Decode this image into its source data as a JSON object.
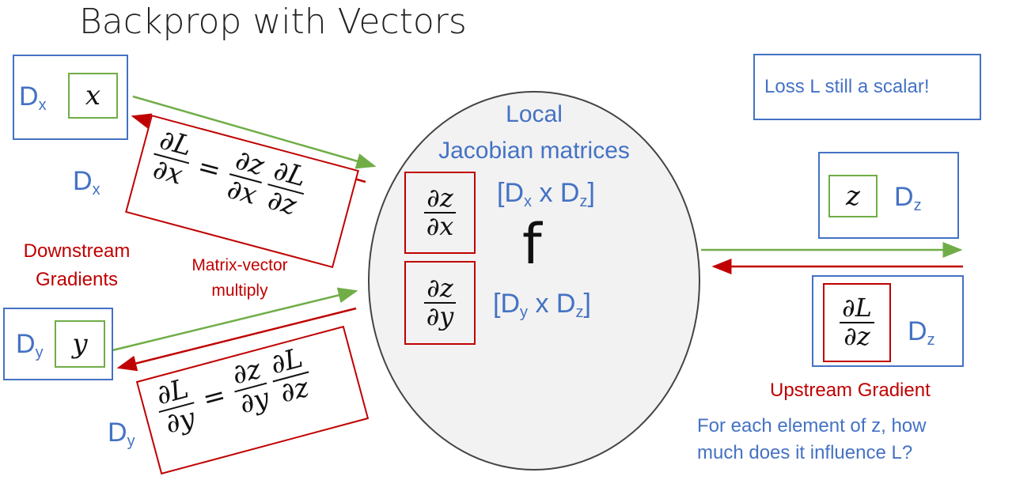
{
  "title": "Backprop with Vectors",
  "labels": {
    "dx": "D",
    "dx_sub": "x",
    "dy": "D",
    "dy_sub": "y",
    "dz": "D",
    "dz_sub": "z"
  },
  "vars": {
    "x": "x",
    "y": "y",
    "z": "z"
  },
  "loss_note": "Loss L still a scalar!",
  "local_label_1": "Local",
  "local_label_2": "Jacobian matrices",
  "function_name": "f",
  "jacobian_x_dims": {
    "open": "[D",
    "a": "x",
    "mid": " x D",
    "b": "z",
    "close": "]"
  },
  "jacobian_y_dims": {
    "open": "[D",
    "a": "y",
    "mid": " x D",
    "b": "z",
    "close": "]"
  },
  "downstream_1": "Downstream",
  "downstream_2": "Gradients",
  "matvec_1": "Matrix-vector",
  "matvec_2": "multiply",
  "upstream_label": "Upstream Gradient",
  "upstream_q1": "For each element of z, how",
  "upstream_q2": "much does it influence L?",
  "math": {
    "dL": "∂L",
    "dx": "∂x",
    "dy": "∂y",
    "dz": "∂z",
    "eq": "="
  },
  "colors": {
    "blue": "#4472c4",
    "red": "#c00000",
    "green": "#70ad47",
    "circle": "#f2f2f2"
  }
}
